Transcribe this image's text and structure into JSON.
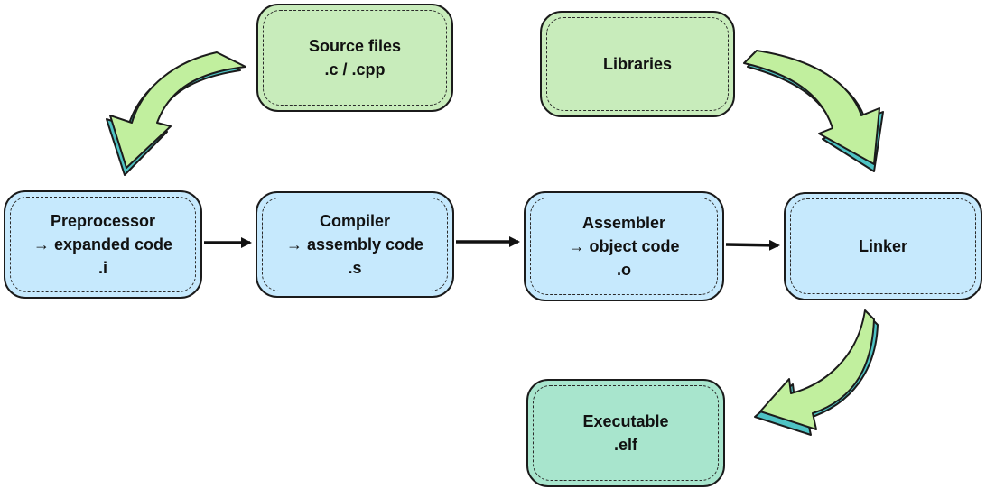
{
  "colors": {
    "input_fill": "#c8ecbb",
    "stage_fill": "#c6e9fd",
    "output_fill": "#a8e5cd",
    "curved_arrow_fill": "#c1ef9e",
    "curved_arrow_shadow": "#4ec3c4",
    "outline": "#1b1b1b"
  },
  "diagram": {
    "nodes": {
      "source_files": {
        "lines": [
          "Source files",
          ".c / .cpp"
        ]
      },
      "libraries": {
        "lines": [
          "Libraries"
        ]
      },
      "preprocessor": {
        "lines": [
          "Preprocessor",
          "→ expanded code",
          ".i"
        ]
      },
      "compiler": {
        "lines": [
          "Compiler",
          "→ assembly code",
          ".s"
        ]
      },
      "assembler": {
        "lines": [
          "Assembler",
          "→ object code",
          ".o"
        ]
      },
      "linker": {
        "lines": [
          "Linker"
        ]
      },
      "executable": {
        "lines": [
          "Executable",
          ".elf"
        ]
      }
    },
    "edges": [
      {
        "from": "source_files",
        "to": "preprocessor",
        "style": "curved"
      },
      {
        "from": "preprocessor",
        "to": "compiler",
        "style": "straight"
      },
      {
        "from": "compiler",
        "to": "assembler",
        "style": "straight"
      },
      {
        "from": "assembler",
        "to": "linker",
        "style": "straight"
      },
      {
        "from": "libraries",
        "to": "linker",
        "style": "curved"
      },
      {
        "from": "linker",
        "to": "executable",
        "style": "curved"
      }
    ]
  }
}
